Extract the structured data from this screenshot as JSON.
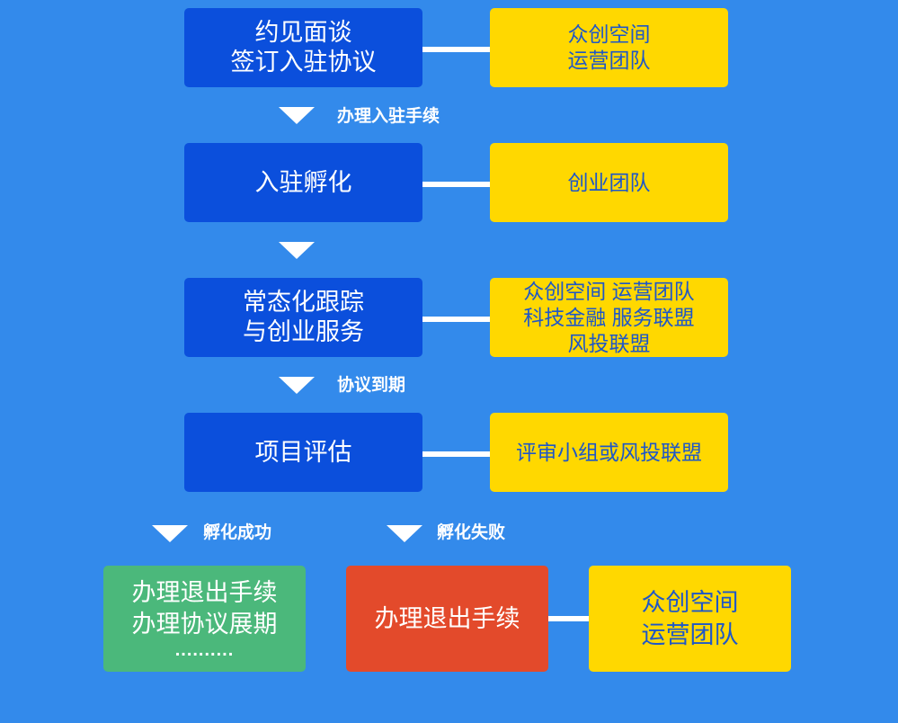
{
  "colors": {
    "background": "#338aeb",
    "main_box": "#0b4fdc",
    "side_box": "#ffd800",
    "side_text": "#1e57c8",
    "success_box": "#4bb87b",
    "fail_box": "#e34a2b",
    "connector": "#ffffff"
  },
  "steps": [
    {
      "main": [
        "约见面谈",
        "签订入驻协议"
      ],
      "side": [
        "众创空间",
        "运营团队"
      ]
    },
    {
      "main": [
        "入驻孵化"
      ],
      "side": [
        "创业团队"
      ]
    },
    {
      "main": [
        "常态化跟踪",
        "与创业服务"
      ],
      "side": [
        "众创空间 运营团队",
        "科技金融 服务联盟",
        "风投联盟"
      ]
    },
    {
      "main": [
        "项目评估"
      ],
      "side": [
        "评审小组或风投联盟"
      ]
    }
  ],
  "arrows": [
    {
      "label": "办理入驻手续"
    },
    {},
    {
      "label": "协议到期"
    }
  ],
  "branches": {
    "success": {
      "label": "孵化成功",
      "lines": [
        "办理退出手续",
        "办理协议展期",
        ".........."
      ]
    },
    "failure": {
      "label": "孵化失败",
      "text": "办理退出手续",
      "side": [
        "众创空间",
        "运营团队"
      ]
    }
  }
}
